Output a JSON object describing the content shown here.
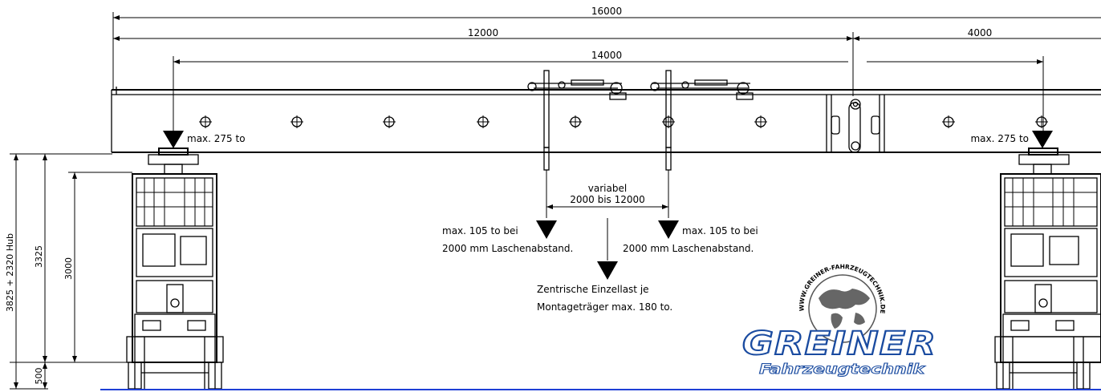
{
  "dimensions": {
    "total": "16000",
    "left_span": "12000",
    "right_span": "4000",
    "inner_span": "14000",
    "heights": {
      "total_with_stroke": "3825 + 2320 Hub",
      "upper": "3325",
      "inner": "3000",
      "base": "500"
    }
  },
  "loads": {
    "left_support": "max. 275 to",
    "right_support": "max. 275 to",
    "variable_line1": "variabel",
    "variable_line2": "2000 bis 12000",
    "left_lug_line1": "max. 105 to bei",
    "left_lug_line2": "2000 mm Laschenabstand.",
    "right_lug_line1": "max. 105 to bei",
    "right_lug_line2": "2000 mm Laschenabstand.",
    "central_line1": "Zentrische Einzellast je",
    "central_line2": "Montageträger max. 180 to."
  },
  "logo": {
    "name": "GREINER",
    "subtitle": "Fahrzeugtechnik",
    "ring_text": "WWW.GREINER-FAHRZEUGTECHNIK.DE"
  },
  "colors": {
    "line": "#000000",
    "logo_blue": "#1a4ba0",
    "ground": "#1e3fd6"
  }
}
